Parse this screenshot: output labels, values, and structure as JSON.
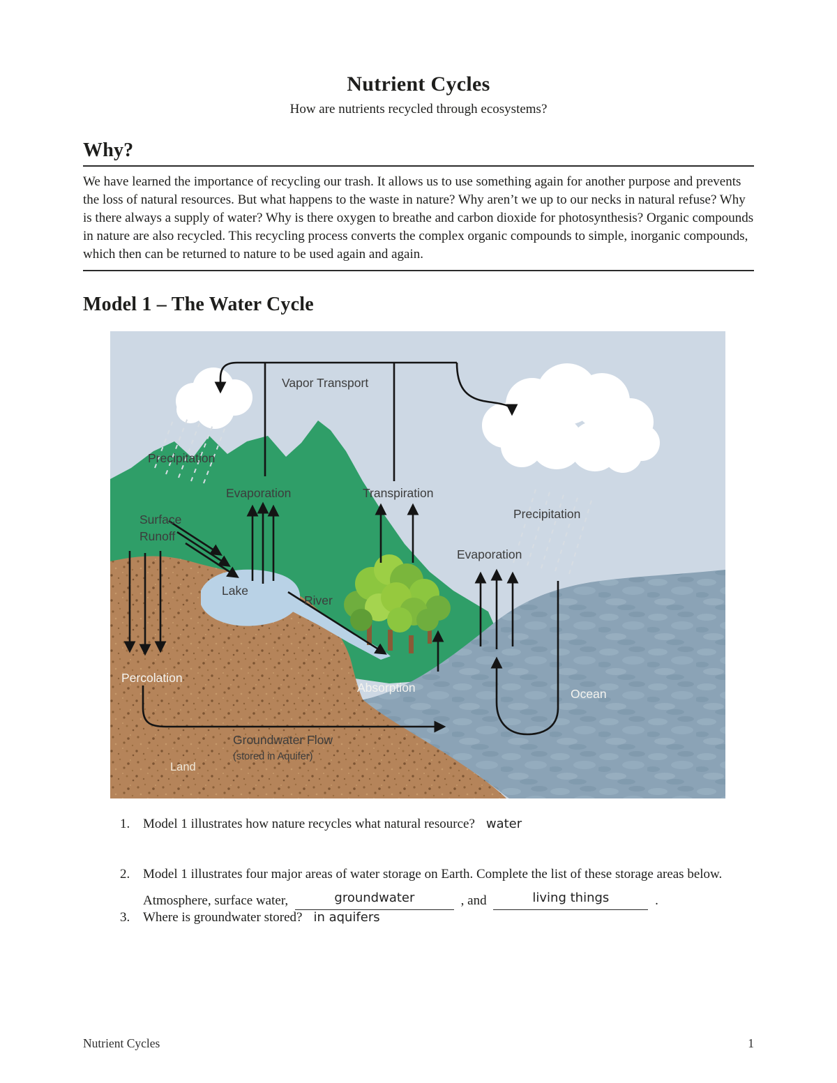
{
  "doc": {
    "title": "Nutrient Cycles",
    "subtitle": "How are nutrients recycled through ecosystems?",
    "why_heading": "Why?",
    "why_body": "We have learned the importance of recycling our trash. It allows us to use something again for another purpose and prevents the loss of natural resources. But what happens to the waste in nature? Why aren’t we up to our necks in natural refuse? Why is there always a supply of water? Why is there oxygen to breathe and carbon dioxide for photosynthesis? Organic compounds in nature are also recycled. This recycling process converts the complex organic compounds to simple, inorganic compounds, which then can be returned to nature to be used again and again.",
    "model1_heading": "Model 1 – The Water Cycle",
    "footer_left": "Nutrient Cycles",
    "footer_page": "1"
  },
  "diagram": {
    "labels": {
      "vapor_transport": "Vapor Transport",
      "precipitation_left": "Precipitation",
      "evaporation_lake": "Evaporation",
      "transpiration": "Transpiration",
      "surface_runoff_1": "Surface",
      "surface_runoff_2": "Runoff",
      "precipitation_right": "Precipitation",
      "lake": "Lake",
      "river": "River",
      "evaporation_ocean": "Evaporation",
      "percolation": "Percolation",
      "absorption": "Absorption",
      "ocean": "Ocean",
      "groundwater_flow_1": "Groundwater Flow",
      "groundwater_flow_2": "(stored in Aquifer)",
      "land": "Land"
    },
    "colors": {
      "sky": "#cdd8e4",
      "ocean": "#8ba3b6",
      "mountain": "#2f9e68",
      "land": "#b5845a",
      "lake": "#b9d2e6",
      "cloud": "#ffffff",
      "arrow": "#141414"
    }
  },
  "questions": {
    "q1": {
      "number": "1.",
      "text": "Model 1 illustrates how nature recycles what natural resource?",
      "answer": "water"
    },
    "q2": {
      "number": "2.",
      "text": "Model 1 illustrates four major areas of water storage on Earth. Complete the list of these storage areas below.",
      "prefix": "Atmosphere, surface water,",
      "blank1": "groundwater",
      "conj": ", and",
      "blank2": "living things",
      "period": "."
    },
    "q3": {
      "number": "3.",
      "text": "Where is groundwater stored?",
      "answer": "in aquifers"
    }
  }
}
